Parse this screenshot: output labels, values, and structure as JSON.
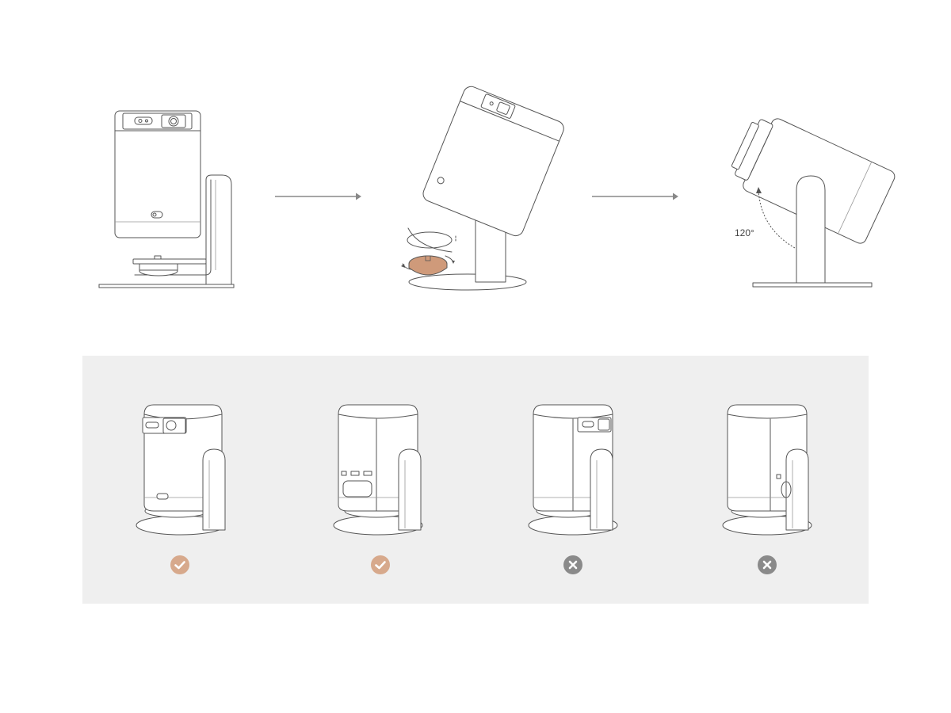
{
  "steps": [
    {
      "id": "upright",
      "label": ""
    },
    {
      "id": "tilting",
      "label": ""
    },
    {
      "id": "tilted",
      "label": ""
    }
  ],
  "rotation_angle": "120°",
  "colors": {
    "accent": "#d4a386",
    "knob": "#cf9a7a",
    "ok": "#d7a98c",
    "bad": "#8a8a8a",
    "panel_bg": "#efefef",
    "line": "#555555",
    "arrow": "#888888"
  },
  "variants": [
    {
      "id": "front-view",
      "status": "ok",
      "icon": "check-icon"
    },
    {
      "id": "rear-view",
      "status": "ok",
      "icon": "check-icon"
    },
    {
      "id": "front-view-rotated",
      "status": "bad",
      "icon": "cross-icon"
    },
    {
      "id": "side-view",
      "status": "bad",
      "icon": "cross-icon"
    }
  ]
}
